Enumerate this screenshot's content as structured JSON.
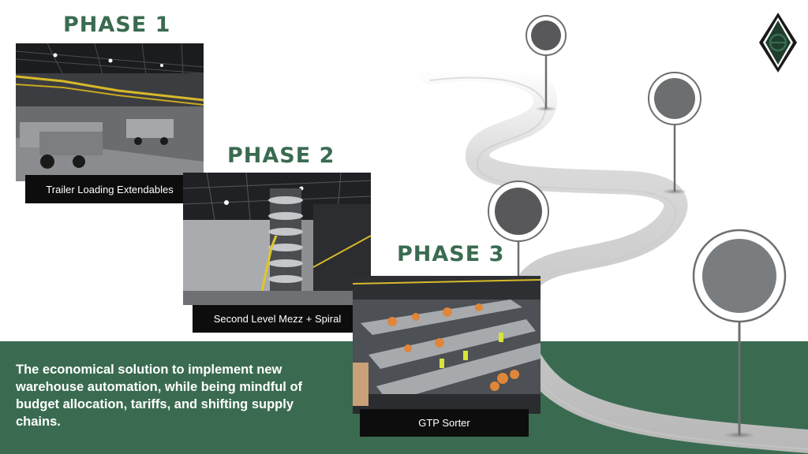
{
  "phases": [
    {
      "heading": "PHASE 1",
      "caption": "Trailer Loading Extendables"
    },
    {
      "heading": "PHASE 2",
      "caption": "Second Level Mezz + Spiral"
    },
    {
      "heading": "PHASE 3",
      "caption": "GTP Sorter"
    }
  ],
  "tagline": "The economical solution to implement new warehouse automation, while being mindful of budget allocation, tariffs, and shifting supply chains.",
  "colors": {
    "brand_green": "#3a6b50",
    "dark_green": "#1f3d2c",
    "caption_bg": "#0d0d0d",
    "pin_gray": "#6d6e70"
  },
  "icons": [
    "diamond-logo-icon",
    "map-pin-icon"
  ]
}
